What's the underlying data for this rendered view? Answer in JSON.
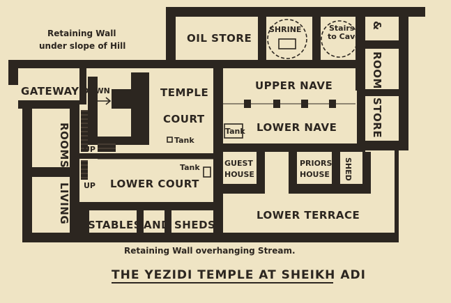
{
  "diagram": {
    "title": "THE YEZIDI TEMPLE AT SHEIKH ADI",
    "notes": {
      "top_left": [
        "Retaining Wall",
        "under slope of Hill"
      ],
      "bottom": "Retaining Wall overhanging Stream."
    },
    "rooms": {
      "oil_store": "OIL STORE",
      "shrine": "SHRINE",
      "stairs_to_cave": [
        "Stairs",
        "to Cave"
      ],
      "upper_nave": "UPPER NAVE",
      "lower_nave": "LOWER NAVE",
      "tank_nave": "Tank",
      "temple_court": [
        "TEMPLE",
        "COURT"
      ],
      "tank_court": "Tank",
      "gateway": "GATEWAY",
      "down": "DOWN",
      "up_1": "UP",
      "up_2": "UP",
      "rooms_left": "ROOMS",
      "living": "LIVING",
      "lower_court": "LOWER COURT",
      "tank_lower": "Tank",
      "guest_house": [
        "GUEST",
        "HOUSE"
      ],
      "priors_house": [
        "PRIORS",
        "HOUSE"
      ],
      "shed": "SHED",
      "lower_terrace": "LOWER TERRACE",
      "stables": "STABLES",
      "and": "AND",
      "sheds": "SHEDS",
      "rooms_right": "ROOMS",
      "and_symbol": "&",
      "store": "STORE"
    }
  }
}
